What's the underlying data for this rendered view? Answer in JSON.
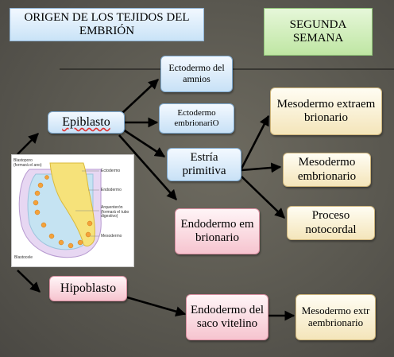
{
  "title": "ORIGEN DE LOS TEJIDOS DEL EMBRIÓN",
  "week": "SEGUNDA SEMANA",
  "nodes": {
    "epiblasto": "Epiblasto",
    "hipoblasto": "Hipoblasto",
    "ecto_amnios": "Ectodermo del amnios",
    "ecto_embrio": "Ectodermo embrionariO",
    "estria": "Estría primitiva",
    "endo_embrio": "Endodermo embrionario",
    "meso_extra": "Mesodermo extraembrionario",
    "meso_embrio": "Mesodermo embrionario",
    "proceso": "Proceso notocordal",
    "endo_saco": "Endodermo del saco vitelino",
    "meso_extra2": "Mesodermo extraembrionario"
  },
  "embryo_labels": {
    "blastoporo": "Blastoporo (formará el ano)",
    "ectodermo": "Ectodermo",
    "endodermo": "Endodermo",
    "arquenteron": "Arquenterón (formará el tubo digestivo)",
    "mesodermo": "Mesodermo",
    "blastocele": "Blastocele"
  }
}
